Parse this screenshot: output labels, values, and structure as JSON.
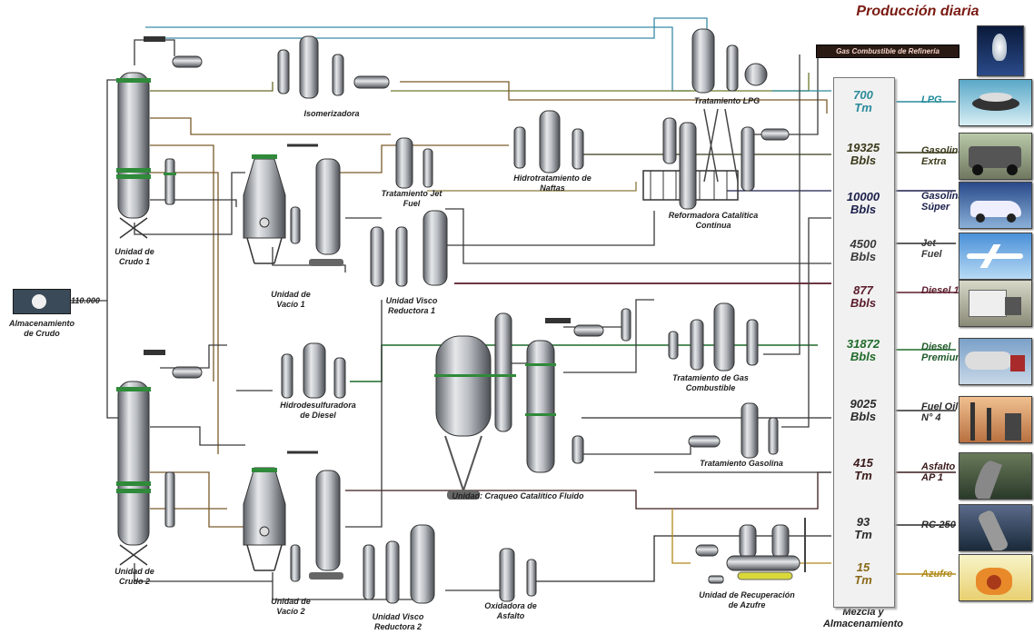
{
  "title": "Producción diaria",
  "gas_combustible_label": "Gas Combustible de Refinería",
  "feed": {
    "quantity": "110.000",
    "label_line1": "Almacenamiento",
    "label_line2": "de Crudo"
  },
  "units": {
    "crudo1": [
      "Unidad de",
      "Crudo 1"
    ],
    "crudo2": [
      "Unidad de",
      "Crudo 2"
    ],
    "vacio1": [
      "Unidad de",
      "Vacío 1"
    ],
    "vacio2": [
      "Unidad de",
      "Vacío 2"
    ],
    "isomerizadora": [
      "Isomerizadora"
    ],
    "tratamiento_lpg": [
      "Tratamiento LPG"
    ],
    "hidrotratamiento_naftas": [
      "Hidrotratamiento de",
      "Naftas"
    ],
    "tratamiento_jet": [
      "Tratamiento Jet",
      "Fuel"
    ],
    "reformadora": [
      "Reformadora Catalítica",
      "Continua"
    ],
    "visco1": [
      "Unidad Visco",
      "Reductora 1"
    ],
    "hidrodesulfuradora": [
      "Hidrodesulfuradora",
      "de Diesel"
    ],
    "craqueo": [
      "Unidad: Craqueo Catalítico Fluido"
    ],
    "tratamiento_gas": [
      "Tratamiento de Gas",
      "Combustible"
    ],
    "tratamiento_gasolina": [
      "Tratamiento Gasolina"
    ],
    "visco2": [
      "Unidad Visco",
      "Reductora 2"
    ],
    "oxidadora": [
      "Oxidadora de",
      "Asfalto"
    ],
    "recuperacion_azufre": [
      "Unidad de Recuperación",
      "de Azufre"
    ],
    "mezcla": [
      "Mezcla y",
      "Almacenamiento"
    ]
  },
  "products": [
    {
      "qty": "700",
      "unit": "Tm",
      "label": "LPG",
      "qty_color": "#2a8a9a",
      "label_color": "#1f8a9a"
    },
    {
      "qty": "19325",
      "unit": "Bbls",
      "label": "Gasolina Extra",
      "qty_color": "#3a3a1a",
      "label_color": "#3a3a1a"
    },
    {
      "qty": "10000",
      "unit": "Bbls",
      "label": "Gasolina Súper",
      "qty_color": "#1a1f4a",
      "label_color": "#1a1f4a"
    },
    {
      "qty": "4500",
      "unit": "Bbls",
      "label": "Jet Fuel",
      "qty_color": "#3a3a3a",
      "label_color": "#3a3a3a"
    },
    {
      "qty": "877",
      "unit": "Bbls",
      "label": "Diesel 1",
      "qty_color": "#5a1a2a",
      "label_color": "#5a1a2a"
    },
    {
      "qty": "31872",
      "unit": "Bbls",
      "label": "Diesel Premium",
      "qty_color": "#1f6a2a",
      "label_color": "#1f5a2a"
    },
    {
      "qty": "9025",
      "unit": "Bbls",
      "label": "Fuel Oil N° 4",
      "qty_color": "#2a2a2a",
      "label_color": "#2a2a2a"
    },
    {
      "qty": "415",
      "unit": "Tm",
      "label": "Asfalto AP 1",
      "qty_color": "#3a1a1a",
      "label_color": "#3a1a1a"
    },
    {
      "qty": "93",
      "unit": "Tm",
      "label": "RC-250",
      "qty_color": "#2a2a2a",
      "label_color": "#2a2a2a"
    },
    {
      "qty": "15",
      "unit": "Tm",
      "label": "Azufre",
      "qty_color": "#8a6a1a",
      "label_color": "#b08a1a"
    }
  ],
  "product_icons": [
    "house-icon",
    "lpg-icon",
    "suv-icon",
    "car-icon",
    "airplane-icon",
    "truck-icon",
    "tanker-truck-icon",
    "industry-icon",
    "road-icon",
    "road-icon",
    "sulfur-icon"
  ]
}
